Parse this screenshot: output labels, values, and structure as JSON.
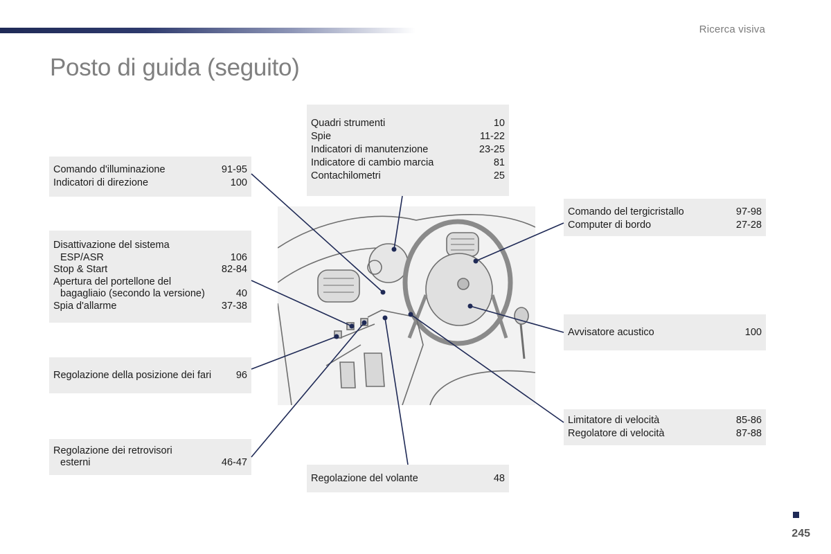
{
  "header": {
    "section": "Ricerca visiva",
    "title": "Posto di guida (seguito)"
  },
  "boxes": {
    "strumenti": [
      {
        "label": "Quadri strumenti",
        "page": "10"
      },
      {
        "label": "Spie",
        "page": "11-22"
      },
      {
        "label": "Indicatori di manutenzione",
        "page": "23-25"
      },
      {
        "label": "Indicatore di cambio marcia",
        "page": "81"
      },
      {
        "label": "Contachilometri",
        "page": "25"
      }
    ],
    "illuminazione": [
      {
        "label": "Comando d'illuminazione",
        "page": "91-95"
      },
      {
        "label": "Indicatori di direzione",
        "page": "100"
      }
    ],
    "sistema": {
      "l1": "Disattivazione del sistema",
      "l2": "ESP/ASR",
      "p2": "106",
      "l3": "Stop & Start",
      "p3": "82-84",
      "l4": "Apertura del portellone del",
      "l5": "bagagliaio (secondo la versione)",
      "p5": "40",
      "l6": "Spia d'allarme",
      "p6": "37-38"
    },
    "fari": {
      "label": "Regolazione della posizione dei fari",
      "page": "96"
    },
    "retrovisori": {
      "l1": "Regolazione dei retrovisori",
      "l2": "esterni",
      "page": "46-47"
    },
    "volante": {
      "label": "Regolazione del volante",
      "page": "48"
    },
    "tergicristallo": [
      {
        "label": "Comando del tergicristallo",
        "page": "97-98"
      },
      {
        "label": "Computer di bordo",
        "page": "27-28"
      }
    ],
    "avvisatore": {
      "label": "Avvisatore acustico",
      "page": "100"
    },
    "velocita": [
      {
        "label": "Limitatore di velocità",
        "page": "85-86"
      },
      {
        "label": "Regolatore di velocità",
        "page": "87-88"
      }
    ]
  },
  "footer": {
    "page_number": "245"
  },
  "colors": {
    "accent": "#1f2a56",
    "box_bg": "#ececec",
    "title": "#7f7f7f"
  }
}
